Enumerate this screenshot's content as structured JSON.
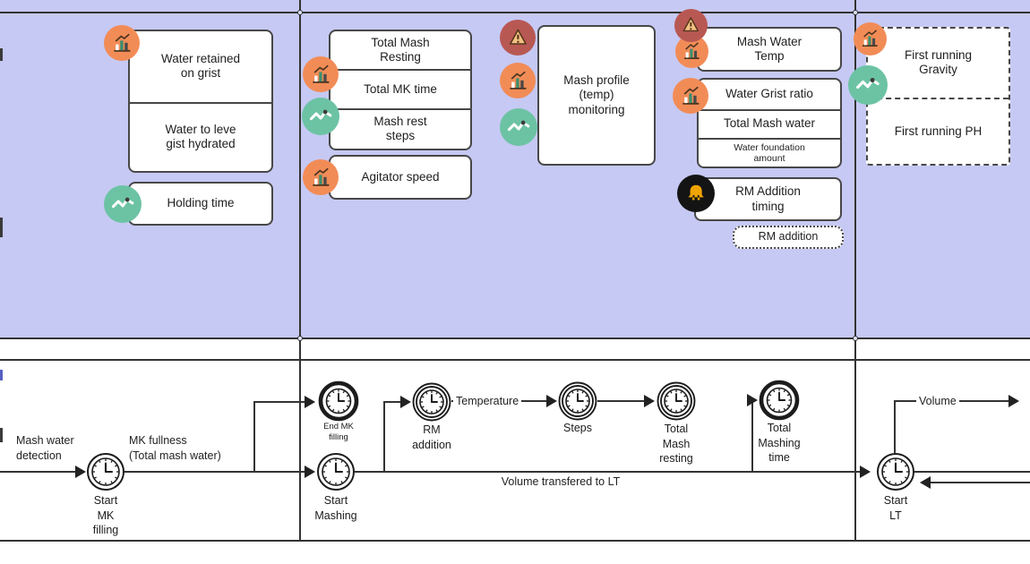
{
  "meta": {
    "diagram_type": "BPMN process with KPI indicator lanes"
  },
  "colors": {
    "lane_bg": "#c6c9f3",
    "line": "#333333",
    "kpi_orange": "#f28c57",
    "kpi_teal": "#6cc3a4",
    "alert_maroon": "#b85853",
    "alert_triangle_fill": "#f3c182",
    "bell_black": "#141414",
    "bell_amber": "#f0a400"
  },
  "icons": {
    "measure": "bar-chart-icon",
    "trend": "line-chart-icon",
    "alert": "warning-triangle-icon",
    "alarm": "bell-icon",
    "timer": "clock-icon"
  },
  "kpi_boxes": {
    "water_grist": {
      "rows": [
        "Water retained\non grist",
        "Water to leve\ngist hydrated"
      ]
    },
    "holding_time": {
      "rows": [
        "Holding time"
      ]
    },
    "mash_stack": {
      "rows": [
        "Total Mash\nResting",
        "Total MK time",
        "Mash rest\nsteps"
      ]
    },
    "agitator": {
      "rows": [
        "Agitator speed"
      ]
    },
    "mash_profile": {
      "rows": [
        "Mash profile\n(temp)\nmonitoring"
      ]
    },
    "mash_water_temp": {
      "rows": [
        "Mash Water\nTemp"
      ]
    },
    "water_stack": {
      "rows": [
        "Water Grist ratio",
        "Total Mash water",
        "Water foundation\namount"
      ]
    },
    "rm_timing": {
      "rows": [
        "RM Addition\ntiming"
      ]
    },
    "rm_addition": {
      "rows": [
        "RM addition"
      ]
    },
    "first_running": {
      "rows": [
        "First running\nGravity",
        "First running PH"
      ]
    }
  },
  "events": [
    {
      "label": "Start\nMK\nfilling"
    },
    {
      "label": "End MK\nfilling"
    },
    {
      "label": "Start\nMashing"
    },
    {
      "label": "RM\naddition"
    },
    {
      "label": "Steps"
    },
    {
      "label": "Total\nMash\nresting"
    },
    {
      "label": "Total\nMashing\ntime"
    },
    {
      "label": "Start\nLT"
    }
  ],
  "flow_labels": {
    "mash_water_detection": "Mash water\ndetection",
    "mk_fullness": "MK fullness\n(Total mash water)",
    "temperature": "Temperature",
    "volume_transfered": "Volume transfered to LT",
    "volume": "Volume"
  }
}
